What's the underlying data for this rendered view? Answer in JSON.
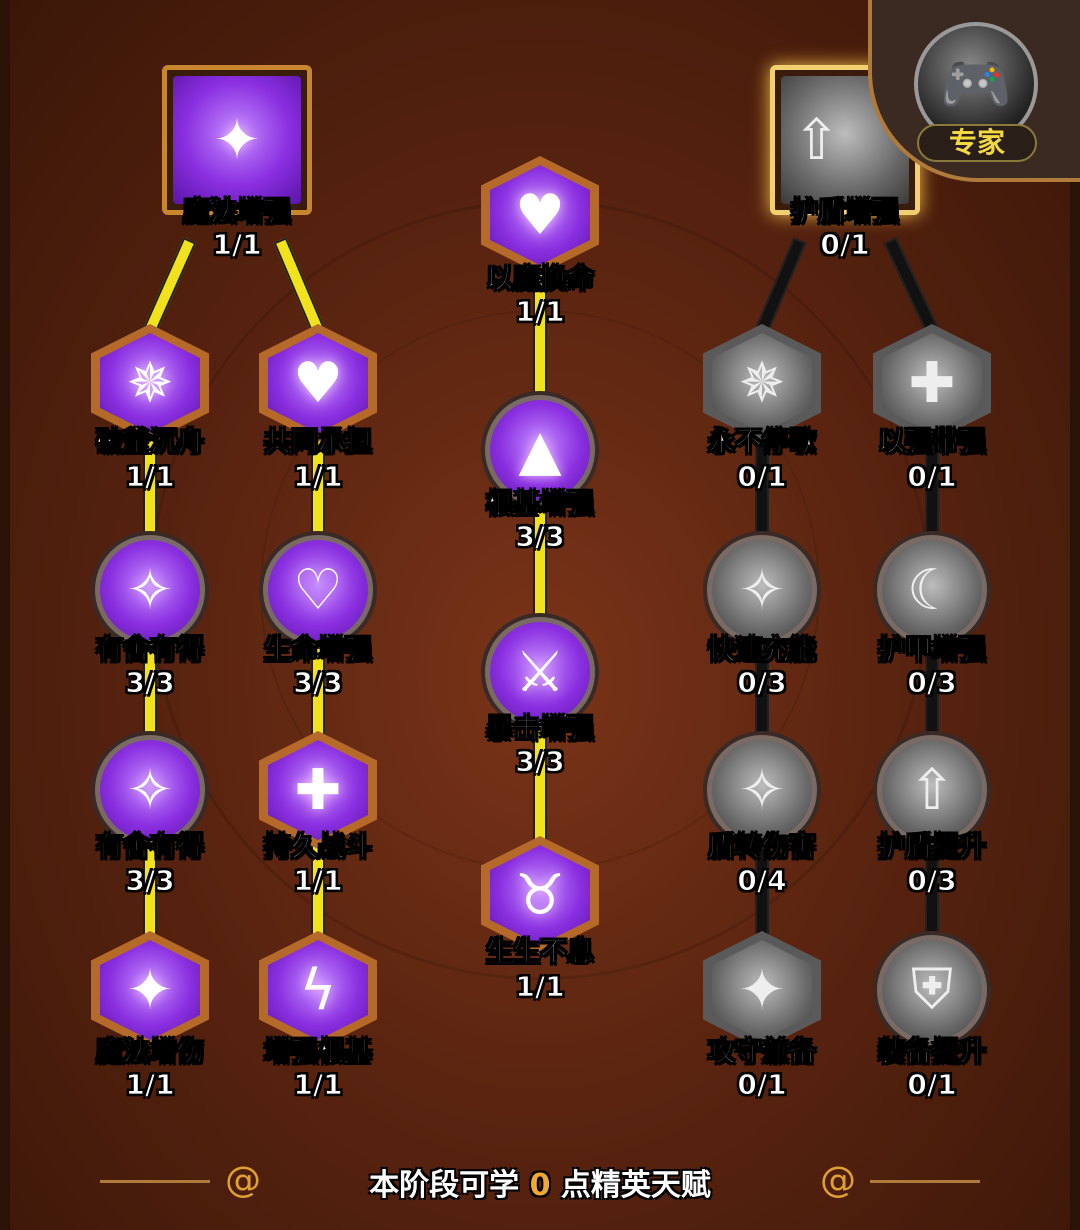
{
  "badge": {
    "icon": "gamepad-icon",
    "label": "专家"
  },
  "top_nodes": [
    {
      "name": "魔法增强",
      "count": "1/1",
      "icon": "star-icon",
      "state": "unlocked"
    },
    {
      "name": "护盾增强",
      "count": "0/1",
      "icon": "shield-up-icon",
      "state": "locked"
    }
  ],
  "columns": [
    {
      "nodes": [
        {
          "name": "破釜沉舟",
          "count": "1/1",
          "icon": "shield-star-icon"
        },
        {
          "name": "有舍有得",
          "count": "3/3",
          "icon": "compass-star-icon"
        },
        {
          "name": "有舍有得",
          "count": "3/3",
          "icon": "compass-star-icon"
        },
        {
          "name": "魔法增伤",
          "count": "1/1",
          "icon": "star-up-icon"
        }
      ]
    },
    {
      "nodes": [
        {
          "name": "共同承担",
          "count": "1/1",
          "icon": "heart-icon"
        },
        {
          "name": "生命增强",
          "count": "3/3",
          "icon": "heart-plus-icon"
        },
        {
          "name": "持久战斗",
          "count": "1/1",
          "icon": "star-heart-icon"
        },
        {
          "name": "增强根基",
          "count": "1/1",
          "icon": "lightning-icon"
        }
      ]
    },
    {
      "nodes": [
        {
          "name": "以魔换命",
          "count": "1/1",
          "icon": "heart-arrows-icon"
        },
        {
          "name": "根基增强",
          "count": "3/3",
          "icon": "crystal-up-icon"
        },
        {
          "name": "暴击增强",
          "count": "3/3",
          "icon": "sword-icon"
        },
        {
          "name": "生生不息",
          "count": "1/1",
          "icon": "demon-icon"
        }
      ]
    },
    {
      "nodes": [
        {
          "name": "永不停歇",
          "count": "0/1",
          "icon": "shield-star-icon"
        },
        {
          "name": "快速充能",
          "count": "0/3",
          "icon": "compass-star-icon"
        },
        {
          "name": "盾转伤害",
          "count": "0/4",
          "icon": "compass-star-icon"
        },
        {
          "name": "攻守兼备",
          "count": "0/1",
          "icon": "star-up-icon"
        }
      ]
    },
    {
      "nodes": [
        {
          "name": "以强带强",
          "count": "0/1",
          "icon": "shield-plus-icon"
        },
        {
          "name": "护甲增强",
          "count": "0/3",
          "icon": "claw-icon"
        },
        {
          "name": "护盾提升",
          "count": "0/3",
          "icon": "shield-up-icon"
        },
        {
          "name": "装备提升",
          "count": "0/1",
          "icon": "helmet-icon"
        }
      ]
    }
  ],
  "footer": {
    "prefix": "本阶段可学",
    "points": "0",
    "suffix": "点精英天赋"
  },
  "colors": {
    "path_active": "#f2e21c",
    "path_locked": "#111111",
    "accent": "#f0a832"
  }
}
